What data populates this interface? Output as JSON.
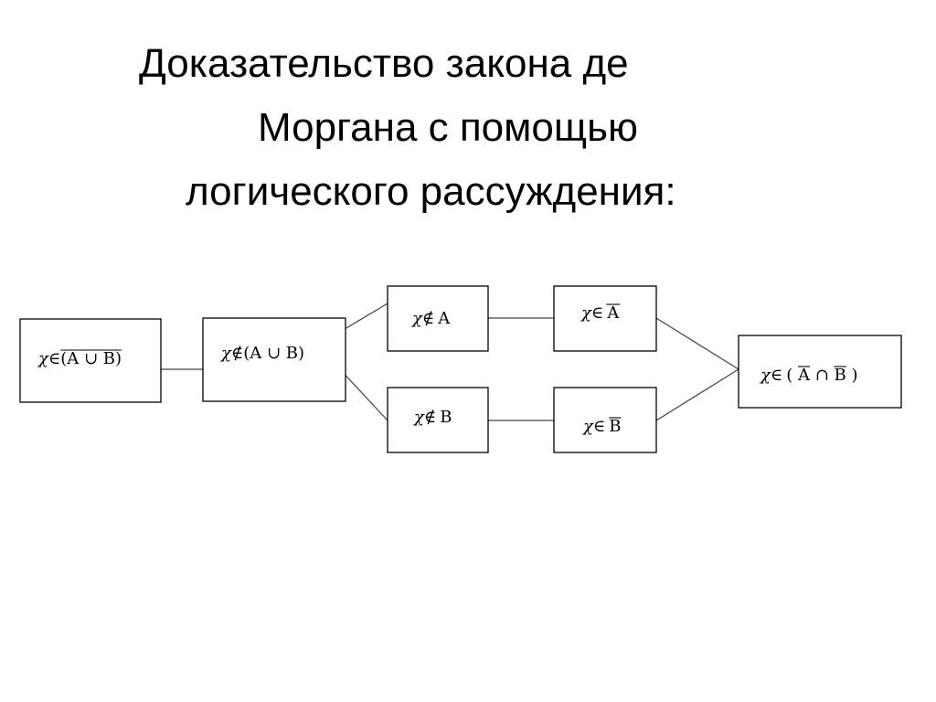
{
  "title": {
    "line1": "Доказательство закона де",
    "line2": "Моргана с помощью",
    "line3": "логического рассуждения:"
  },
  "diagram": {
    "nodes": [
      {
        "id": "n1",
        "variable": "χ",
        "relation": "∈",
        "expression": "(A ∪ B)",
        "overline": "expression"
      },
      {
        "id": "n2",
        "variable": "χ",
        "relation": "∉",
        "expression": "(A ∪ B)",
        "overline": "none"
      },
      {
        "id": "n3",
        "variable": "χ",
        "relation": "∉",
        "expression": "A",
        "overline": "none"
      },
      {
        "id": "n4",
        "variable": "χ",
        "relation": "∉",
        "expression": "B",
        "overline": "none"
      },
      {
        "id": "n5",
        "variable": "χ",
        "relation": "∈",
        "expression": "A",
        "overline": "expression"
      },
      {
        "id": "n6",
        "variable": "χ",
        "relation": "∈",
        "expression": "B",
        "overline": "expression"
      },
      {
        "id": "n7",
        "variable": "χ",
        "relation": "∈",
        "expression": "( A ∩ B )",
        "overline": "each-set"
      }
    ],
    "edges": [
      [
        "n1",
        "n2"
      ],
      [
        "n2",
        "n3"
      ],
      [
        "n2",
        "n4"
      ],
      [
        "n3",
        "n5"
      ],
      [
        "n4",
        "n6"
      ],
      [
        "n5",
        "n7"
      ],
      [
        "n6",
        "n7"
      ]
    ]
  }
}
